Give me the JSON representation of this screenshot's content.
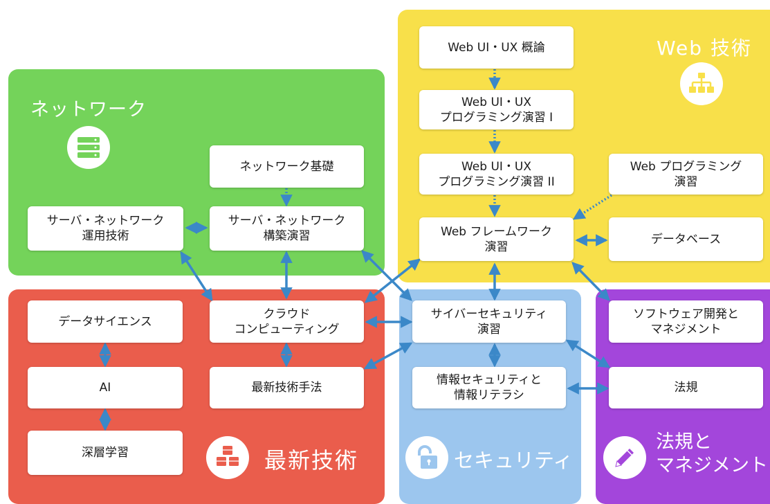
{
  "colors": {
    "network": "#74d35a",
    "web": "#f8e04a",
    "latest": "#ea5d4c",
    "security": "#9cc6ee",
    "law": "#a346db",
    "arrow": "#3b88c8"
  },
  "regions": {
    "network": {
      "title": "ネットワーク",
      "icon": "server-icon"
    },
    "web": {
      "title": "Web 技術",
      "icon": "sitemap-icon"
    },
    "latest": {
      "title": "最新技術",
      "icon": "cubes-icon"
    },
    "security": {
      "title": "セキュリティ",
      "icon": "unlock-icon"
    },
    "law": {
      "title": "法規と\nマネジメント",
      "icon": "pencil-icon"
    }
  },
  "nodes": {
    "net_basics": "ネットワーク基礎",
    "server_ops": "サーバ・ネットワーク\n運用技術",
    "server_build": "サーバ・ネットワーク\n構築演習",
    "webux_intro": "Web UI・UX 概論",
    "webux_1": "Web UI・UX\nプログラミング演習 I",
    "webux_2": "Web UI・UX\nプログラミング演習 II",
    "web_prog": "Web プログラミング\n演習",
    "web_fw": "Web フレームワーク\n演習",
    "database": "データベース",
    "data_science": "データサイエンス",
    "ai": "AI",
    "deep_learning": "深層学習",
    "cloud": "クラウド\nコンピューティング",
    "latest_methods": "最新技術手法",
    "cyber": "サイバーセキュリティ\n演習",
    "infosec": "情報セキュリティと\n情報リテラシ",
    "sw_dev": "ソフトウェア開発と\nマネジメント",
    "law": "法規"
  }
}
